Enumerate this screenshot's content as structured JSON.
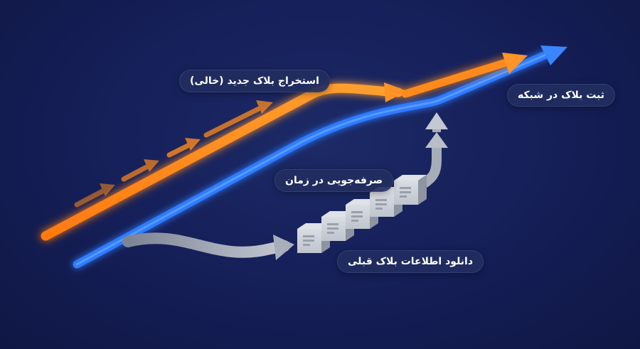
{
  "labels": {
    "mine_empty_block": "استخراج بلاک جدید (خالی)",
    "register_in_network": "ثبت بلاک در شبکه",
    "time_saving": "صرفه‌جویی در زمان",
    "download_previous_block": "دانلود اطلاعات بلاک قبلی"
  },
  "colors": {
    "background": "#16205a",
    "orange_path": "#ff8a1c",
    "blue_path": "#2f7bff",
    "gray_path": "#a7adb8",
    "block": "#b9bec8"
  },
  "blocks_count": 5
}
